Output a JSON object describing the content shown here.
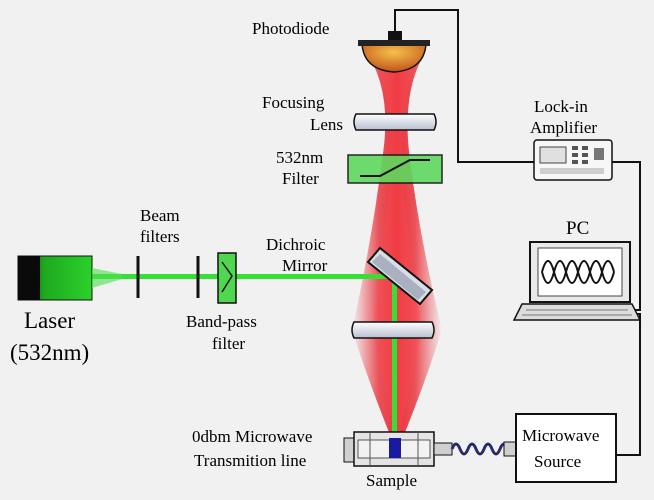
{
  "labels": {
    "photodiode": "Photodiode",
    "focusing_lens_1": "Focusing",
    "focusing_lens_2": "Lens",
    "filter_1": "532nm",
    "filter_2": "Filter",
    "lockin_1": "Lock-in",
    "lockin_2": "Amplifier",
    "pc": "PC",
    "beam_filters_1": "Beam",
    "beam_filters_2": "filters",
    "dichroic_1": "Dichroic",
    "dichroic_2": "Mirror",
    "laser_1": "Laser",
    "laser_2": "(532nm)",
    "bandpass_1": "Band-pass",
    "bandpass_2": "filter",
    "mw_line_1": "0dbm Microwave",
    "mw_line_2": "Transmition line",
    "sample": "Sample",
    "mw_source_1": "Microwave",
    "mw_source_2": "Source"
  },
  "colors": {
    "background": "#f1f1f1",
    "laser_green": "#22cc22",
    "beam_red": "#e8202a",
    "wire": "#111111",
    "coil": "#2a2a6a"
  }
}
